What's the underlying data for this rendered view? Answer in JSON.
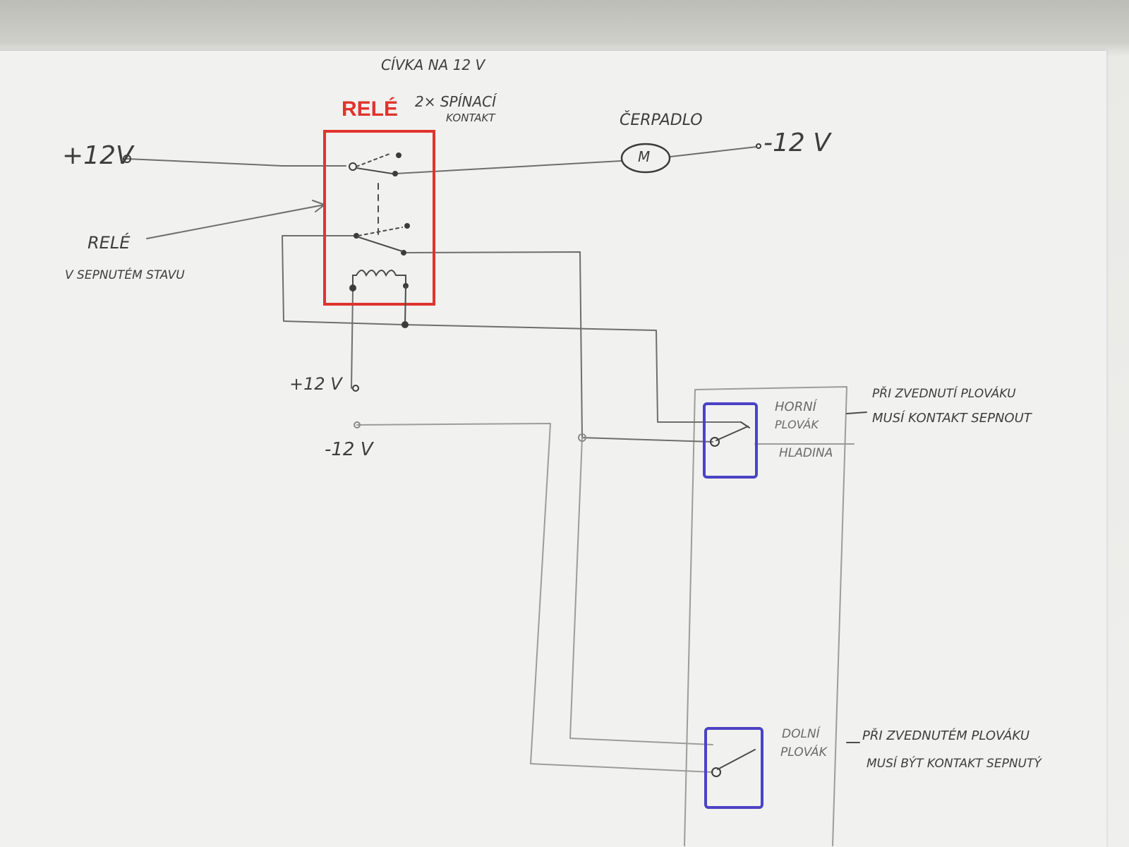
{
  "labels": {
    "coil_note": "CÍVKA NA 12 V",
    "relay_title": "RELÉ",
    "contact_note_1": "2× SPÍNACÍ",
    "contact_note_2": "KONTAKT",
    "pump_title": "ČERPADLO",
    "pump_symbol": "M",
    "supply_pos_top": "+12V",
    "supply_neg_right": "-12 V",
    "relay_state_1": "RELÉ",
    "relay_state_2": "V SEPNUTÉM STAVU",
    "coil_supply": "+12 V",
    "ground": "-12 V",
    "upper_float_1": "HORNÍ",
    "upper_float_2": "PLOVÁK",
    "water_level": "HLADINA",
    "upper_note_1": "PŘI ZVEDNUTÍ PLOVÁKU",
    "upper_note_2": "MUSÍ KONTAKT SEPNOUT",
    "lower_float_1": "DOLNÍ",
    "lower_float_2": "PLOVÁK",
    "lower_note_1": "PŘI ZVEDNUTÉM PLOVÁKU",
    "lower_note_2": "MUSÍ BÝT KONTAKT SEPNUTÝ"
  },
  "colors": {
    "relay": "#e0342e",
    "float_switch": "#4b43c4",
    "pencil": "#4b4b4b"
  }
}
